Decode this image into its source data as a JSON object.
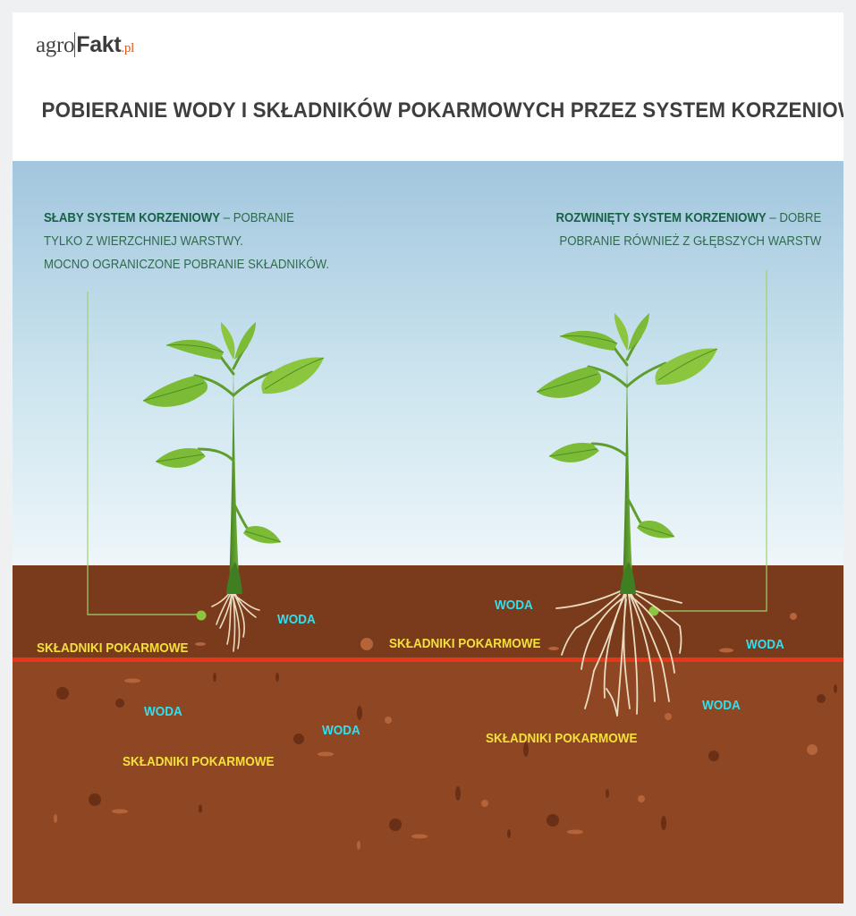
{
  "brand": {
    "part1": "agro",
    "part2": "Fakt",
    "tld": ".pl"
  },
  "title": "POBIERANIE WODY I SKŁADNIKÓW POKARMOWYCH PRZEZ SYSTEM KORZENIOWY",
  "left_callout": {
    "heading": "SŁABY SYSTEM KORZENIOWY",
    "line1_rest": " – POBRANIE",
    "line2": "TYLKO Z WIERZCHNIEJ WARSTWY.",
    "line3": "MOCNO OGRANICZONE POBRANIE SKŁADNIKÓW."
  },
  "right_callout": {
    "heading": "ROZWINIĘTY SYSTEM KORZENIOWY",
    "line1_rest": " – DOBRE",
    "line2": "POBRANIE RÓWNIEŻ Z GŁĘBSZYCH WARSTW"
  },
  "soil_labels": {
    "water": "WODA",
    "nutrients": "SKŁADNIKI POKARMOWE"
  },
  "colors": {
    "sky_top": "#a6c8df",
    "sky_bottom": "#e9f3f7",
    "topsoil": "#7a3a1c",
    "subsoil": "#8e4722",
    "boundary": "#e8361a",
    "leaf": "#8cc63f",
    "leaf_dark": "#4e8f25",
    "callout_line": "#9dd36b",
    "water_text": "#2fe0f0",
    "nutrient_text": "#f3e03c"
  }
}
